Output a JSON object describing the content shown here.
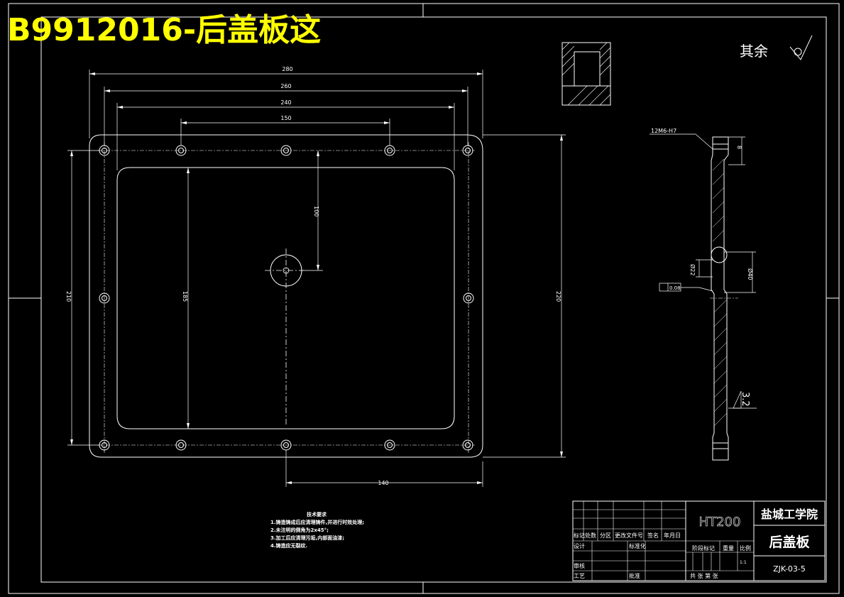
{
  "banner": {
    "text": "B9912016-后盖板这"
  },
  "roughness": {
    "label": "其余"
  },
  "dims": {
    "d280": "280",
    "d260": "260",
    "d240": "240",
    "d150": "150",
    "d100": "100",
    "d210": "210",
    "d185": "185",
    "d220": "220",
    "d140": "140",
    "tol": "12M6-H7",
    "d8": "8",
    "d22": "Ø22",
    "d40": "Ø40",
    "flat": "0.08",
    "rough32": "3.2"
  },
  "tech": {
    "title": "技术要求",
    "lines": [
      "1.铸造铸成后应清理铸件,并进行时效处理;",
      "2.未注明的倒角为2x45°;",
      "3.加工后应清理污垢,内部面油漆;",
      "4.铸造应无裂纹."
    ]
  },
  "titleblock": {
    "material": "HT200",
    "school": "盐城工学院",
    "part_name": "后盖板",
    "code": "ZJK-03-5",
    "h_mark": "标记",
    "h_count": "处数",
    "h_zone": "分区",
    "h_doc": "更改文件号",
    "h_sign": "签名",
    "h_date": "年月日",
    "design": "设计",
    "standard": "标准化",
    "review": "审核",
    "process": "工艺",
    "approve": "批准",
    "stage": "阶段标记",
    "weight": "重量",
    "scale": "比例",
    "scale_val": "1:1",
    "sheets": "共    张  第    张"
  }
}
